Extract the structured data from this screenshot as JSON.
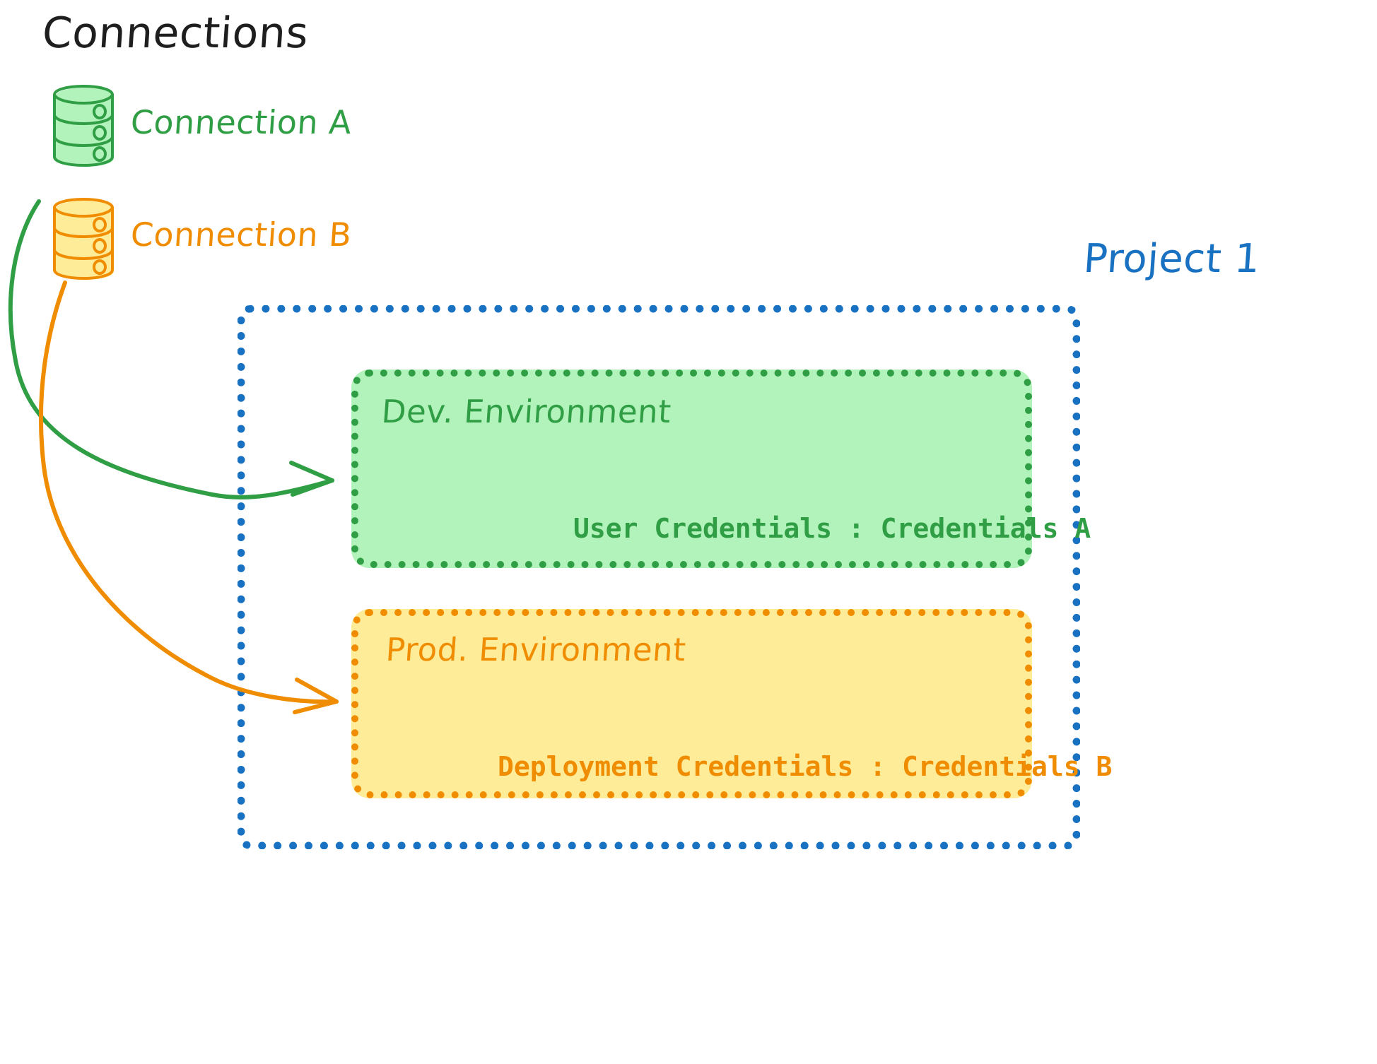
{
  "diagram": {
    "title": "Connections",
    "background": "#ffffff",
    "colors": {
      "black": "#1e1e1e",
      "green": "#2f9e44",
      "green_fill": "#b2f2bb",
      "orange": "#f08c00",
      "orange_fill": "#ffec99",
      "blue": "#1971c2"
    }
  },
  "connections": {
    "heading": "Connections",
    "items": [
      {
        "label": "Connection A",
        "color": "#2f9e44",
        "icon": "database-icon"
      },
      {
        "label": "Connection B",
        "color": "#f08c00",
        "icon": "database-icon"
      }
    ]
  },
  "project": {
    "label": "Project 1",
    "color": "#1971c2",
    "environments": [
      {
        "title": "Dev. Environment",
        "color": "#2f9e44",
        "fill": "#b2f2bb",
        "credentials_label": "User Credentials : Credentials A"
      },
      {
        "title": "Prod. Environment",
        "color": "#f08c00",
        "fill": "#ffec99",
        "credentials_label": "Deployment Credentials : Credentials B"
      }
    ]
  },
  "arrows": [
    {
      "name": "connection-a-to-dev-environment",
      "from": "Connection A",
      "to": "Dev. Environment",
      "color": "#2f9e44"
    },
    {
      "name": "connection-b-to-prod-environment",
      "from": "Connection B",
      "to": "Prod. Environment",
      "color": "#f08c00"
    }
  ]
}
